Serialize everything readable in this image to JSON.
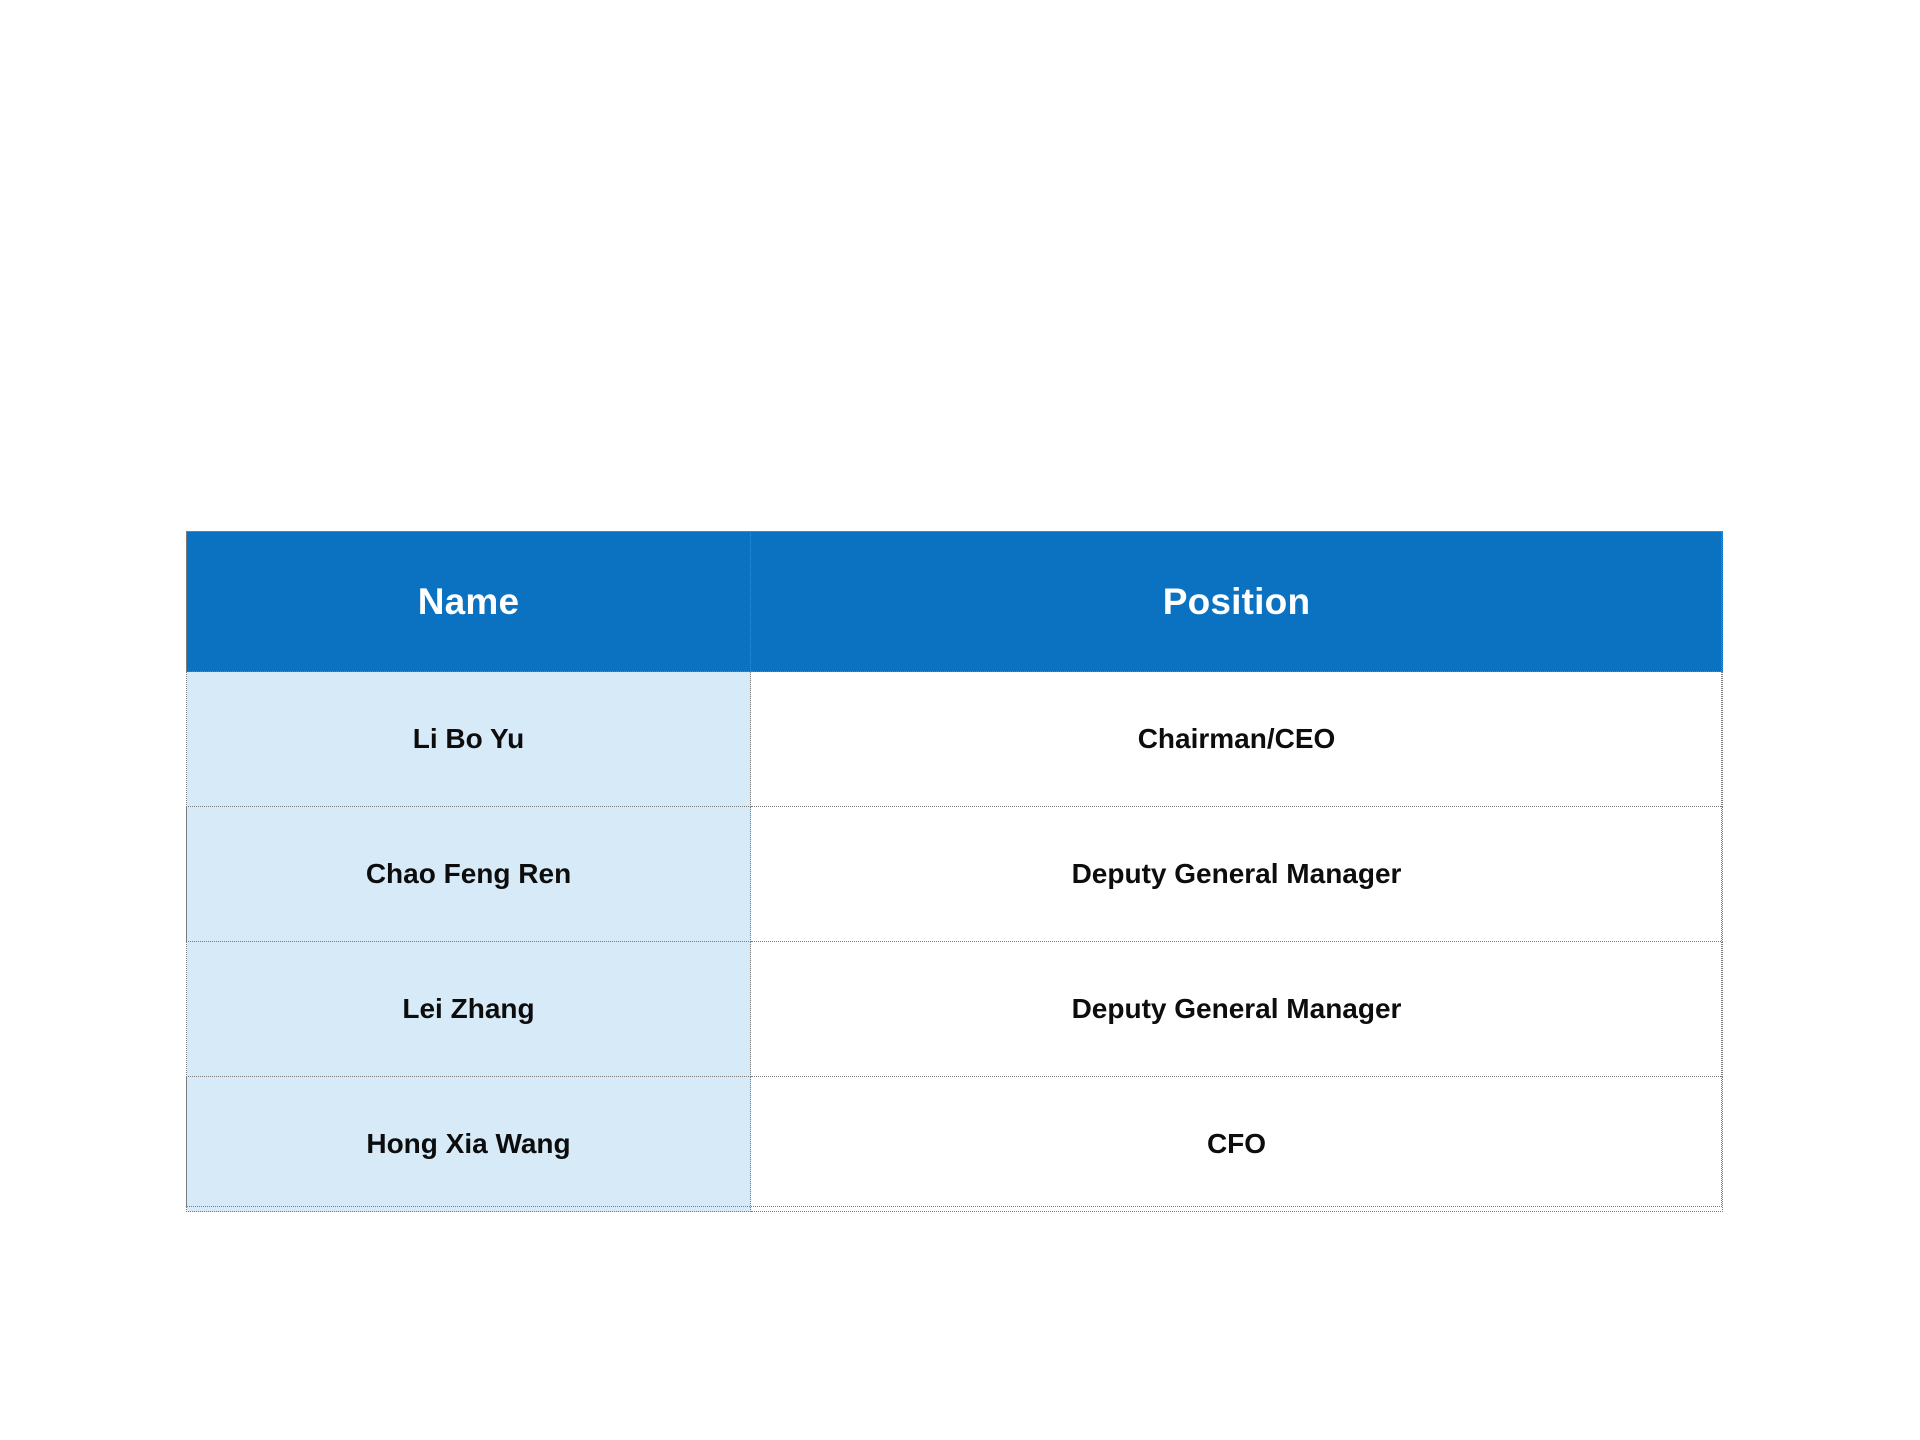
{
  "table": {
    "columns": [
      {
        "key": "name",
        "label": "Name"
      },
      {
        "key": "position",
        "label": "Position"
      }
    ],
    "rows": [
      {
        "name": "Li Bo Yu",
        "position": "Chairman/CEO"
      },
      {
        "name": "Chao Feng Ren",
        "position": "Deputy General Manager"
      },
      {
        "name": "Lei Zhang",
        "position": "Deputy General Manager"
      },
      {
        "name": "Hong Xia Wang",
        "position": "CFO"
      }
    ],
    "colors": {
      "header_background": "#0A72C0",
      "header_text": "#FFFFFF",
      "name_cell_background": "#D6EAF8",
      "position_cell_background": "#FFFFFF",
      "body_text": "#0D0D0D",
      "border": "#7B7B7B",
      "page_background": "#FFFFFF"
    }
  }
}
